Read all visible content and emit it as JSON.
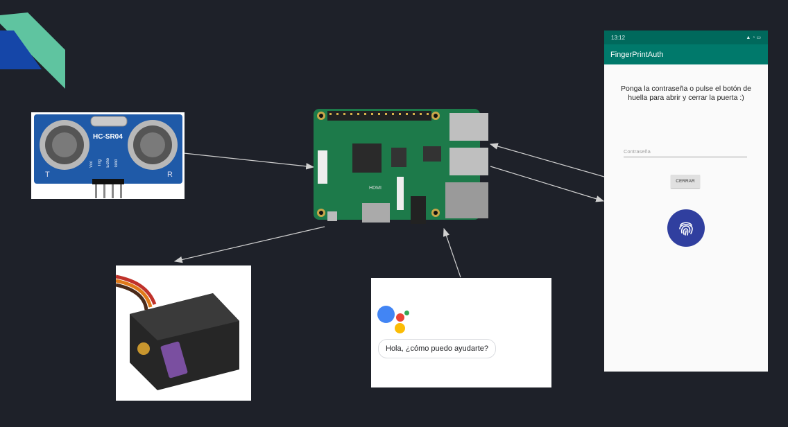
{
  "phone": {
    "status_time": "13:12",
    "app_title": "FingerPrintAuth",
    "message": "Ponga la contraseña o pulse el botón de huella para abrir y cerrar la puerta :)",
    "password_placeholder": "Contraseña",
    "button_label": "CERRAR"
  },
  "assistant": {
    "greeting": "Hola, ¿cómo puedo ayudarte?"
  },
  "sensor": {
    "model": "HC-SR04",
    "pins": [
      "Vcc",
      "Trig",
      "Echo",
      "Gnd"
    ],
    "side_labels": [
      "T",
      "R"
    ]
  },
  "raspberry": {
    "hdmi_label": "HDMI"
  },
  "colors": {
    "background": "#1e2129",
    "arrow": "#d0d0d0",
    "app_primary": "#00796b",
    "app_dark": "#00695c",
    "fab": "#303f9f",
    "pcb": "#1d7a4a"
  }
}
